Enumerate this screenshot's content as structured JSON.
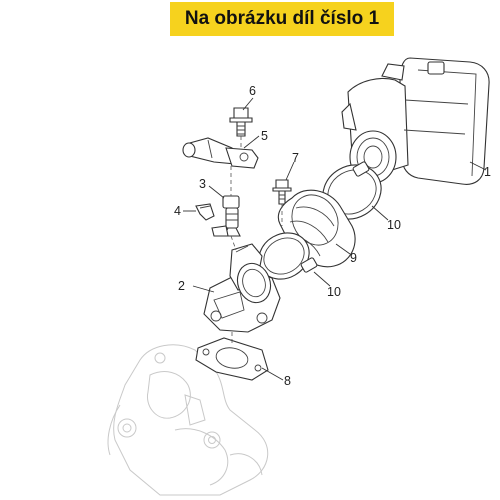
{
  "banner": {
    "text": "Na obrázku díl číslo 1",
    "background": "#f6d21e"
  },
  "callouts": {
    "c1": "1",
    "c2": "2",
    "c3": "3",
    "c4": "4",
    "c5": "5",
    "c6": "6",
    "c7": "7",
    "c8": "8",
    "c9": "9",
    "c10a": "10",
    "c10b": "10"
  }
}
